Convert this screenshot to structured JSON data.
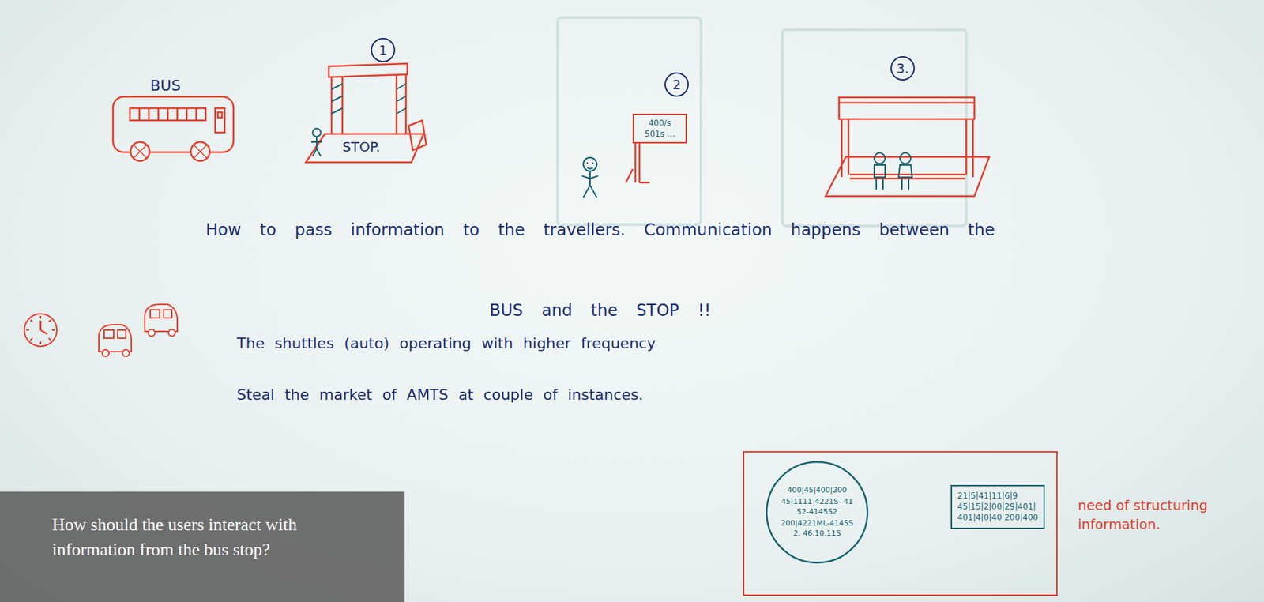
{
  "diagram": {
    "caption": "How should the users interact with information from the bus stop?",
    "nodes": [
      {
        "text": [
          "400/s 501s ..."
        ]
      },
      {
        "text": [
          "need of structuring information."
        ]
      },
      {
        "text": [
          "400|45|400|200",
          "45|1111-4221S- 4152-4145S2",
          "200|4221ML-4145S2. 46.10.11S"
        ],
        "in": 1
      },
      {
        "text": [
          "21|5|41|11|6|9",
          "45|15|2|00|29|401|",
          "401|4|0|40 200|400"
        ],
        "in": 1
      }
    ],
    "labels": [
      "BUS",
      "1",
      "STOP.",
      "2",
      "3.",
      "How to pass information to the travellers. Communication happens between the BUS and the STOP !!",
      "The shuttles (auto) operating with higher frequency Steal the market of AMTS at couple of instances."
    ]
  }
}
